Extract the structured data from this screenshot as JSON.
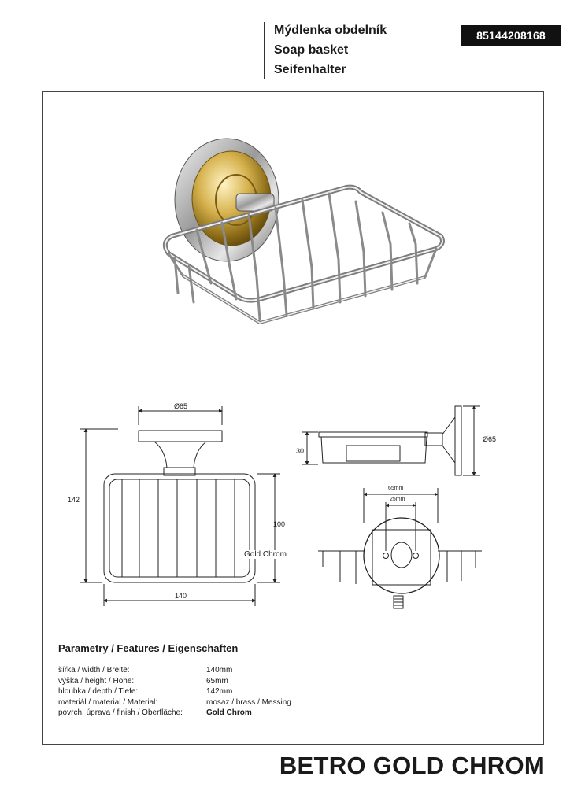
{
  "header": {
    "name_cz": "Mýdlenka obdelník",
    "name_en": "Soap basket",
    "name_de": "Seifenhalter",
    "sku": "85144208168"
  },
  "drawing": {
    "front_top_width": "Ø65",
    "front_height": "142",
    "front_basket_height": "100",
    "front_width": "140",
    "finish_callout": "Gold Chrom",
    "side_depth": "30",
    "side_diameter": "Ø65",
    "mount_outer": "65mm",
    "mount_inner": "25mm"
  },
  "features": {
    "heading": "Parametry / Features / Eigenschaften",
    "rows": [
      {
        "label": "šířka / width / Breite:",
        "value": "140mm"
      },
      {
        "label": "výška / height / Höhe:",
        "value": "65mm"
      },
      {
        "label": "hloubka / depth / Tiefe:",
        "value": "142mm"
      },
      {
        "label": "materiál / material / Material:",
        "value": "mosaz / brass / Messing"
      },
      {
        "label": "povrch. úprava / finish / Oberfläche:",
        "value": "Gold Chrom"
      }
    ]
  },
  "brand": {
    "collection": "BETRO GOLD CHROM"
  }
}
